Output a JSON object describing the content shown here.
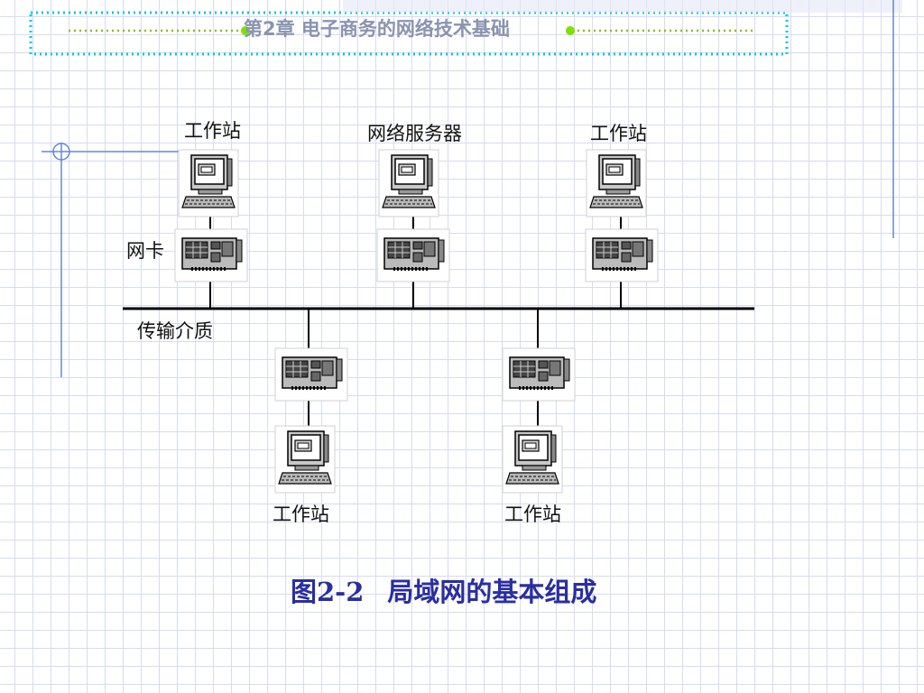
{
  "slide": {
    "chapter_title": "第2章  电子商务的网络技术基础",
    "colors": {
      "grid": "#d6dcf0",
      "title": "#8a93b0",
      "header_dots": "#00c8e0",
      "bullet": "#80e000",
      "caption": "#2a2ea0"
    }
  },
  "diagram": {
    "labels": {
      "workstation": "工作站",
      "server": "网络服务器",
      "nic": "网卡",
      "medium": "传输介质"
    },
    "caption_number": "图2-2",
    "caption_text": "局域网的基本组成",
    "nodes": [
      {
        "id": "ws-top-left",
        "kind": "workstation",
        "label": "工作站",
        "has_nic": true,
        "side": "above-bus"
      },
      {
        "id": "server",
        "kind": "server",
        "label": "网络服务器",
        "has_nic": true,
        "side": "above-bus"
      },
      {
        "id": "ws-top-right",
        "kind": "workstation",
        "label": "工作站",
        "has_nic": true,
        "side": "above-bus"
      },
      {
        "id": "ws-bottom-left",
        "kind": "workstation",
        "label": "工作站",
        "has_nic": true,
        "side": "below-bus"
      },
      {
        "id": "ws-bottom-right",
        "kind": "workstation",
        "label": "工作站",
        "has_nic": true,
        "side": "below-bus"
      }
    ],
    "icons": [
      "computer-icon",
      "network-card-icon"
    ]
  }
}
